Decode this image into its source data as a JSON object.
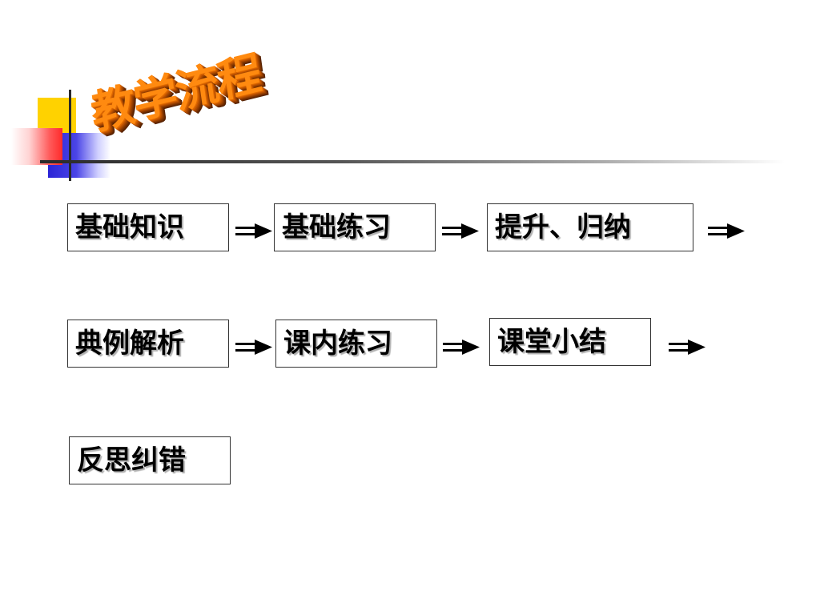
{
  "title": "教学流程",
  "flow": {
    "row1": [
      "基础知识",
      "基础练习",
      "提升、归纳"
    ],
    "row2": [
      "典例解析",
      "课内练习",
      "课堂小结"
    ],
    "row3": [
      "反思纠错"
    ]
  }
}
